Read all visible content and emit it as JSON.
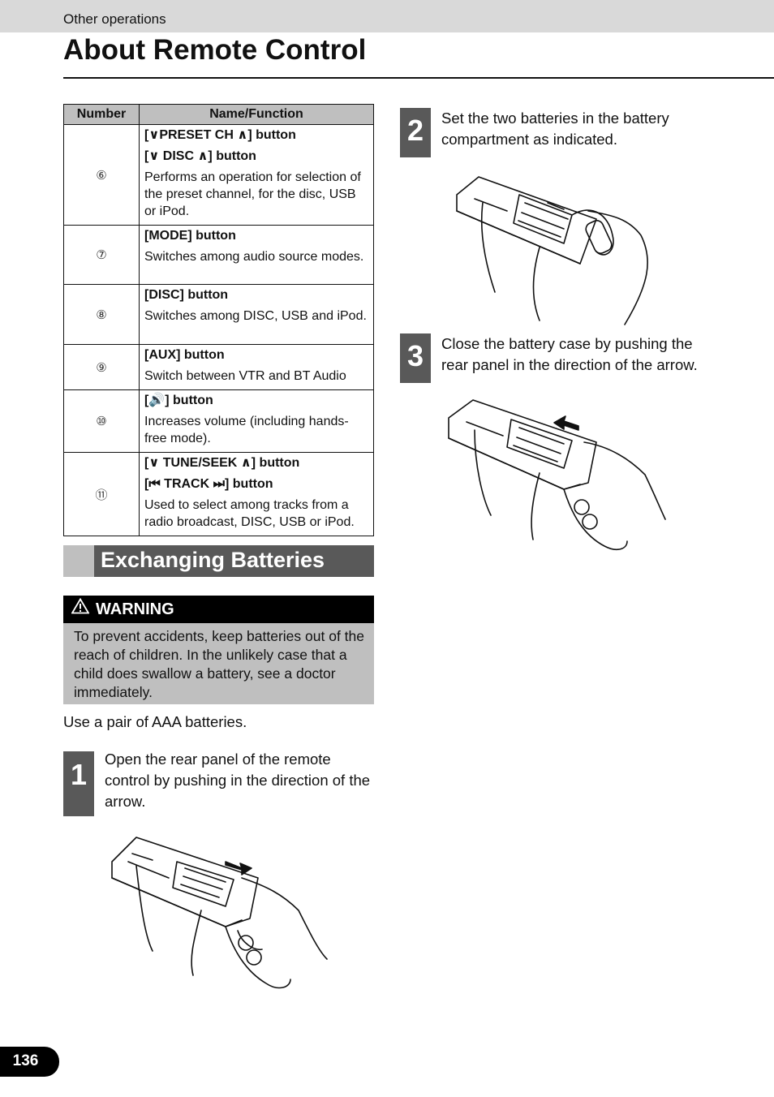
{
  "header": {
    "section": "Other operations",
    "title": "About Remote Control"
  },
  "table": {
    "col_number": "Number",
    "col_name": "Name/Function",
    "rows": [
      {
        "num": "⑥",
        "labels": [
          "[∨PRESET CH ∧] button",
          "[∨ DISC ∧] button"
        ],
        "desc": "Performs an operation for selection of the preset channel, for the disc, USB or iPod."
      },
      {
        "num": "⑦",
        "labels": [
          "[MODE] button"
        ],
        "desc": "Switches among audio source modes."
      },
      {
        "num": "⑧",
        "labels": [
          "[DISC] button"
        ],
        "desc": "Switches among DISC, USB and iPod."
      },
      {
        "num": "⑨",
        "labels": [
          "[AUX] button"
        ],
        "desc": "Switch between VTR and BT Audio"
      },
      {
        "num": "⑩",
        "labels": [
          "[🔊] button"
        ],
        "desc": "Increases volume (including hands-free mode)."
      },
      {
        "num": "⑪",
        "labels": [
          "[∨ TUNE/SEEK ∧] button",
          "[⏮ TRACK ⏭] button"
        ],
        "desc": "Used to select among tracks from a radio broadcast, DISC, USB or iPod."
      }
    ]
  },
  "exchanging": {
    "heading": "Exchanging Batteries",
    "warning_label": "WARNING",
    "warning_text": "To prevent accidents, keep batteries out of the reach of children. In the unlikely case that a child does swallow a battery, see a doctor immediately.",
    "intro": "Use a pair of AAA batteries."
  },
  "steps": [
    {
      "number": "1",
      "text": "Open the rear panel of the remote control by pushing in the direction of the arrow."
    },
    {
      "number": "2",
      "text": "Set the two batteries in the battery compartment as indicated."
    },
    {
      "number": "3",
      "text": "Close the battery case by pushing the rear panel in the direction of the arrow."
    }
  ],
  "footer": {
    "page_number": "136"
  },
  "colors": {
    "header_band": "#d9d9d9",
    "heading_bar": "#595959",
    "table_header": "#bfbfbf",
    "warning_bg": "#bfbfbf"
  }
}
